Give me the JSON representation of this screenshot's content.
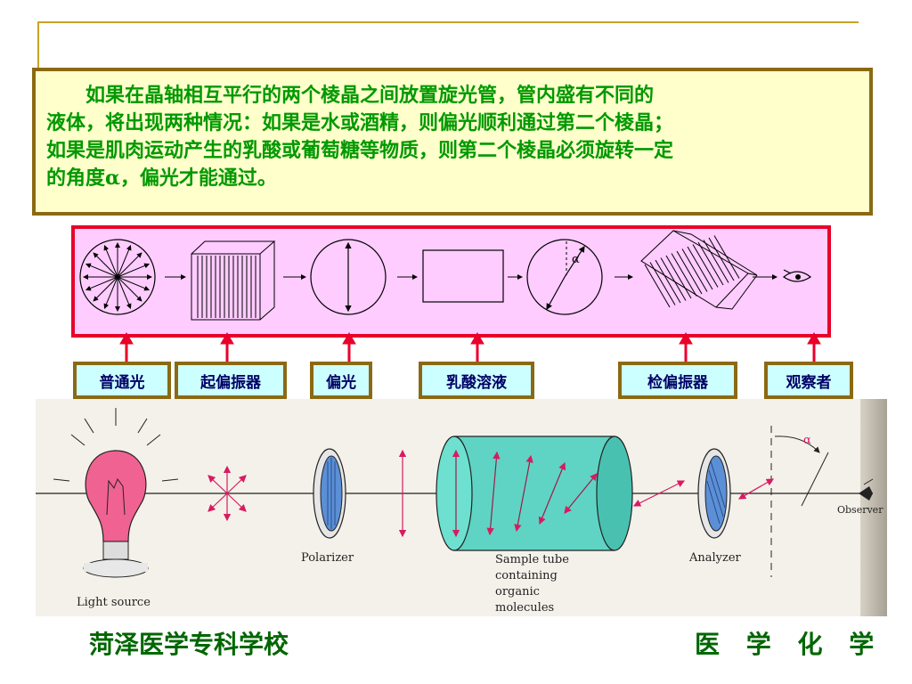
{
  "paragraph": {
    "line1": "　　如果在晶轴相互平行的两个棱晶之间放置旋光管，管内盛有不同的",
    "line2": "液体，将出现两种情况：如果是水或酒精，则偏光顺利通过第二个棱晶；",
    "line3": "如果是肌肉运动产生的乳酸或葡萄糖等物质，则第二个棱晶必须旋转一定",
    "line4": "的角度α，偏光才能通过。"
  },
  "diagram": {
    "alpha_symbol": "α"
  },
  "labels": {
    "ordinary_light": "普通光",
    "polarizer": "起偏振器",
    "polarized_light": "偏光",
    "lactic_solution": "乳酸溶液",
    "analyzer": "检偏振器",
    "observer": "观察者"
  },
  "photo": {
    "light_source": "Light source",
    "polarizer": "Polarizer",
    "sample_tube": [
      "Sample tube",
      "containing",
      "organic",
      "molecules"
    ],
    "analyzer": "Analyzer",
    "observer": "Observer",
    "alpha": "α"
  },
  "footer": {
    "school": "菏泽医学专科学校",
    "subject": "医 学 化 学"
  },
  "colors": {
    "text_green": "#009900",
    "footer_green": "#006600",
    "box_border": "#8b6914",
    "diagram_border": "#e8002a",
    "arrow_red": "#e8002a"
  }
}
